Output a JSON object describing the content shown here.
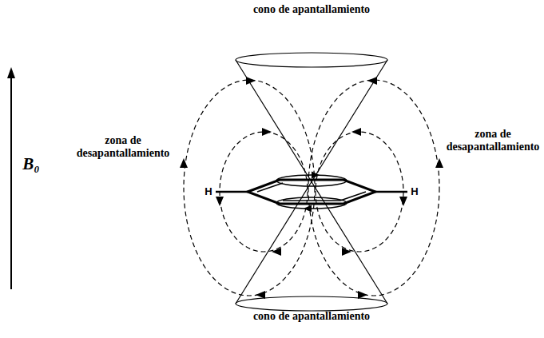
{
  "diagram": {
    "labels": [
      "cono de apantallamiento",
      "zona de desapantallamiento",
      "zona de desapantallamiento",
      "H",
      "H",
      "cono de apantallamiento",
      "B₀"
    ]
  }
}
